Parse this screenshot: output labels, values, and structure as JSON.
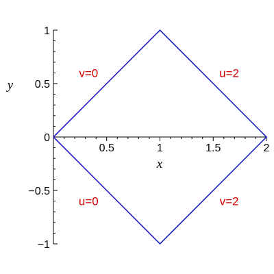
{
  "chart_data": {
    "type": "line",
    "title": "",
    "xlabel": "x",
    "ylabel": "y",
    "xlim": [
      0,
      2
    ],
    "ylim": [
      -1,
      1
    ],
    "grid": false,
    "line_color": "#2323c8",
    "annotation_color": "#d40000",
    "x_ticks": [
      {
        "value": 0.5,
        "label": "0.5"
      },
      {
        "value": 1,
        "label": "1"
      },
      {
        "value": 1.5,
        "label": "1.5"
      },
      {
        "value": 2,
        "label": "2"
      }
    ],
    "y_ticks": [
      {
        "value": 1,
        "label": "1"
      },
      {
        "value": 0.5,
        "label": "0.5"
      },
      {
        "value": 0,
        "label": "0"
      },
      {
        "value": -0.5,
        "label": "−0.5"
      },
      {
        "value": -1,
        "label": "−1"
      }
    ],
    "series": [
      {
        "x": [
          0,
          1,
          2,
          1,
          0
        ],
        "y": [
          0,
          1,
          0,
          -1,
          0
        ]
      }
    ],
    "annotations": [
      {
        "text": "v=0",
        "x": 0.33,
        "y": 0.6
      },
      {
        "text": "u=2",
        "x": 1.65,
        "y": 0.6
      },
      {
        "text": "u=0",
        "x": 0.33,
        "y": -0.6
      },
      {
        "text": "v=2",
        "x": 1.65,
        "y": -0.6
      }
    ]
  }
}
